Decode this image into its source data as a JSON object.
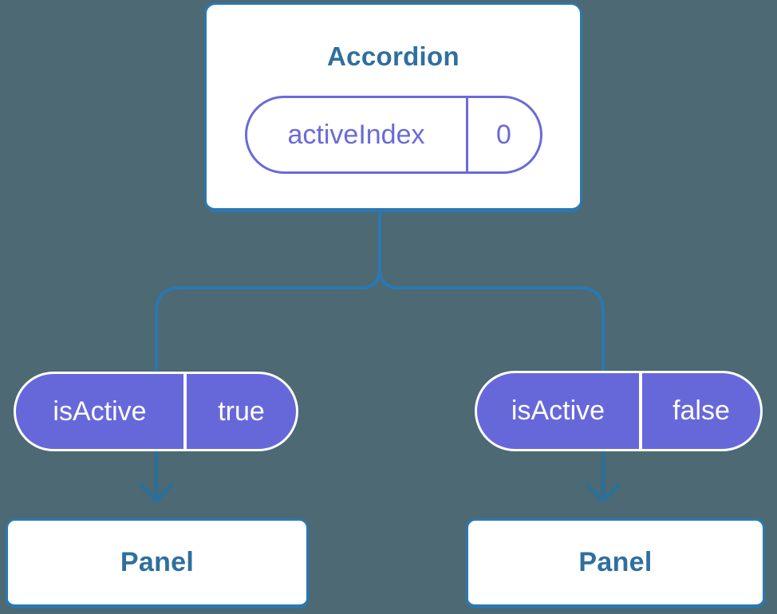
{
  "diagram": {
    "description": "Component tree diagram showing state flowing from an Accordion component down to two Panel children as props",
    "background_color": "#4d6973",
    "palette": {
      "node_background": "#ffffff",
      "node_border_blue": "#2b78b0",
      "node_text_teal": "#2f6f9e",
      "pill_fill_purple": "#6668da",
      "pill_outline_purple": "#6a6ad8",
      "connector_blue": "#2b78b0",
      "arrow_blue": "#2a7099",
      "pill_text_white": "#ffffff"
    },
    "root": {
      "title": "Accordion",
      "state": {
        "name": "activeIndex",
        "value": "0"
      }
    },
    "branches": [
      {
        "prop": {
          "name": "isActive",
          "value": "true"
        },
        "child": {
          "label": "Panel"
        }
      },
      {
        "prop": {
          "name": "isActive",
          "value": "false"
        },
        "child": {
          "label": "Panel"
        }
      }
    ]
  }
}
